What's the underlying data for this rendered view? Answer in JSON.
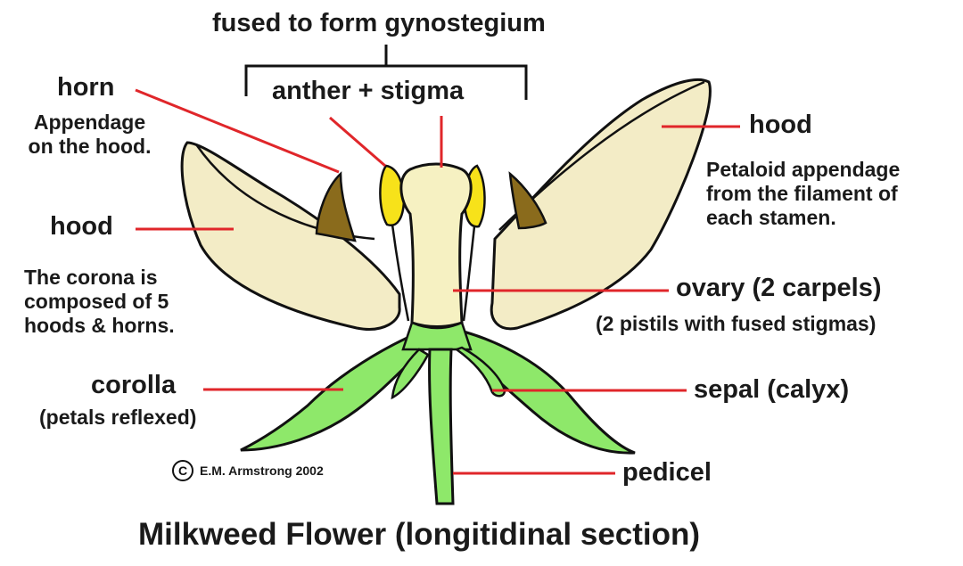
{
  "labels": {
    "gynostegium": "fused to form gynostegium",
    "anther_stigma": "anther + stigma",
    "horn": "horn",
    "horn_desc": "Appendage\non the hood.",
    "hood_left": "hood",
    "corona_desc": "The corona is\ncomposed of 5\nhoods & horns.",
    "corolla": "corolla",
    "corolla_desc": "(petals reflexed)",
    "hood_right": "hood",
    "hood_right_desc": "Petaloid appendage\nfrom the filament of\neach stamen.",
    "ovary": "ovary (2 carpels)",
    "ovary_desc": "(2 pistils with fused stigmas)",
    "sepal": "sepal (calyx)",
    "pedicel": "pedicel",
    "copyright": "E.M. Armstrong 2002",
    "title": "Milkweed Flower (longitidinal section)"
  },
  "colors": {
    "hood": "#f3ecc6",
    "horn": "#8a6b1c",
    "anther": "#f7e21a",
    "column": "#f6f1c2",
    "green": "#8ee86a",
    "leader": "#e0262a",
    "outline": "#111111"
  }
}
